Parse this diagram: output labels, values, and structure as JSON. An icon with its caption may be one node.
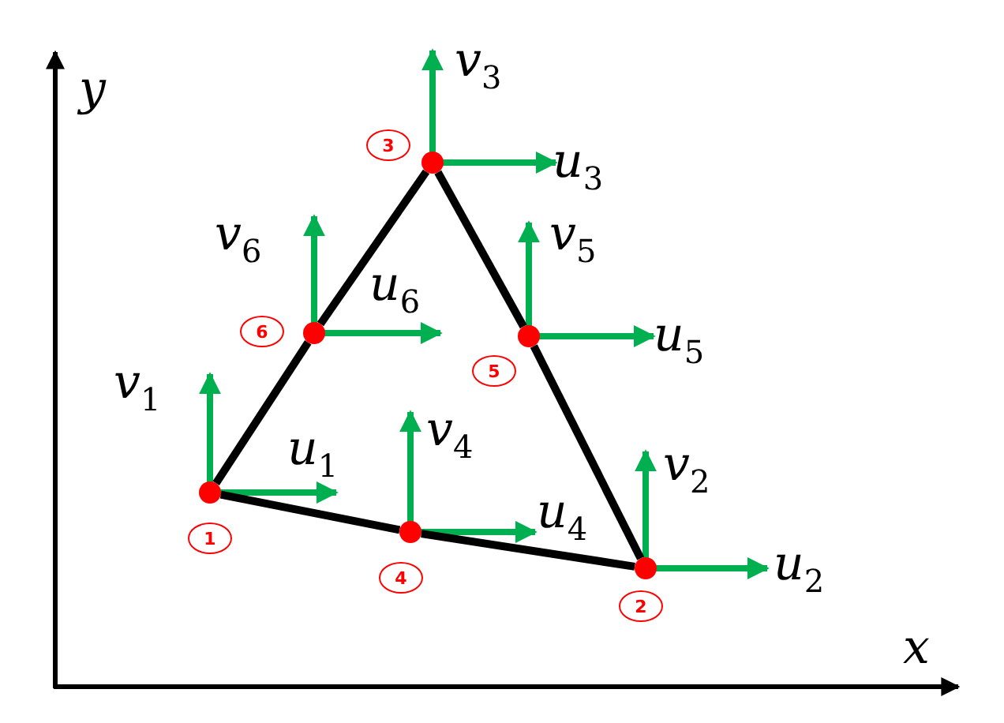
{
  "diagram": {
    "nodes": [
      {
        "text": [],
        "shape": "circle",
        "beside": [
          "1"
        ]
      },
      {
        "text": [],
        "shape": "circle",
        "beside": [
          "2"
        ]
      },
      {
        "text": [],
        "shape": "circle",
        "beside": [
          "3"
        ]
      },
      {
        "text": [],
        "shape": "circle",
        "beside": [
          "4"
        ]
      },
      {
        "text": [],
        "shape": "circle",
        "beside": [
          "5"
        ]
      },
      {
        "text": [],
        "shape": "circle",
        "beside": [
          "6"
        ]
      }
    ],
    "edges": [
      {
        "from": 0,
        "to": 3,
        "arrow": "none"
      },
      {
        "from": 3,
        "to": 1,
        "arrow": "none"
      },
      {
        "from": 1,
        "to": 4,
        "arrow": "none"
      },
      {
        "from": 4,
        "to": 2,
        "arrow": "none"
      },
      {
        "from": 2,
        "to": 5,
        "arrow": "none"
      },
      {
        "from": 5,
        "to": 0,
        "arrow": "none"
      }
    ],
    "labels": [
      "y",
      "v$_{3}$",
      "u$_{3}$",
      "v$_{6}$",
      "v$_{5}$",
      "u$_{6}$",
      "u$_{5}$",
      "v$_{1}$",
      "u$_{1}$",
      "v$_{4}$",
      "v$_{2}$",
      "u$_{4}$",
      "u$_{2}$",
      "x"
    ]
  }
}
